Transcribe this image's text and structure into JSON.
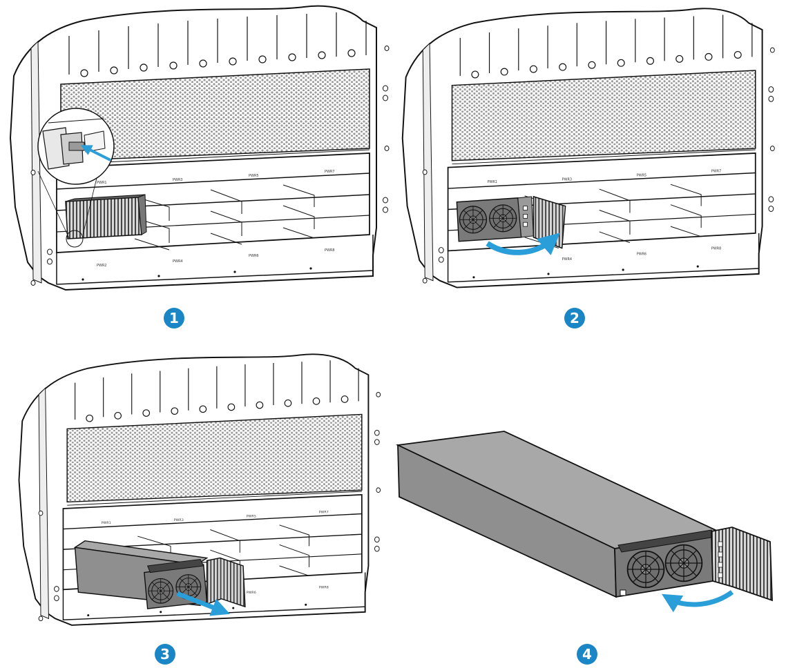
{
  "steps": [
    {
      "number": "1"
    },
    {
      "number": "2"
    },
    {
      "number": "3"
    },
    {
      "number": "4"
    }
  ],
  "slot_labels": {
    "top_row": [
      "PWR1",
      "PWR3",
      "PWR5",
      "PWR7"
    ],
    "bottom_row": [
      "PWR2",
      "PWR4",
      "PWR6",
      "PWR8"
    ]
  },
  "colors": {
    "badge": "#1a86c6",
    "arrow": "#2a9ed8",
    "psu_body": "#8f8f8f",
    "psu_top": "#a8a8a8",
    "outline": "#111111"
  },
  "icons": [
    "push-arrow-icon",
    "rotate-arrow-icon",
    "pull-arrow-icon",
    "fan-icon",
    "callout-magnifier-icon"
  ]
}
